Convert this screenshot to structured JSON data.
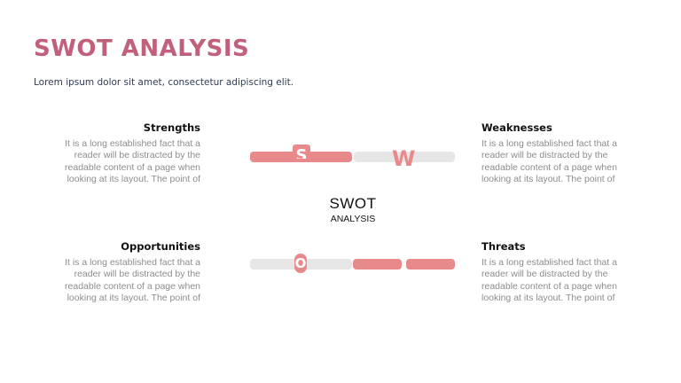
{
  "slide": {
    "title": "SWOT ANALYSIS",
    "subtitle": "Lorem ipsum dolor sit amet, consectetur adipiscing elit."
  },
  "strengths": {
    "heading": "Strengths",
    "body": "It is a long established fact that a reader will be distracted by the readable content of a page when looking at its layout. The point of"
  },
  "weaknesses": {
    "heading": "Weaknesses",
    "body": "It is a long established fact that a reader will be distracted by the readable content of a page when looking at its layout. The point of"
  },
  "opportunities": {
    "heading": "Opportunities",
    "body": "It is a long established fact that a reader will be distracted by the readable content of a page when looking at its layout. The point of"
  },
  "threats": {
    "heading": "Threats",
    "body": "It is a long established fact that a reader will be distracted by the readable content of a page when looking at its layout. The point of"
  },
  "center": {
    "main": "SWOT",
    "sub": "ANALYSIS"
  },
  "graphic": {
    "letters": {
      "s": "S",
      "w": "W",
      "o": "O"
    }
  },
  "colors": {
    "title": "#c0607a",
    "accent": "#e88a8c",
    "bar_grey": "#e6e6e6"
  }
}
